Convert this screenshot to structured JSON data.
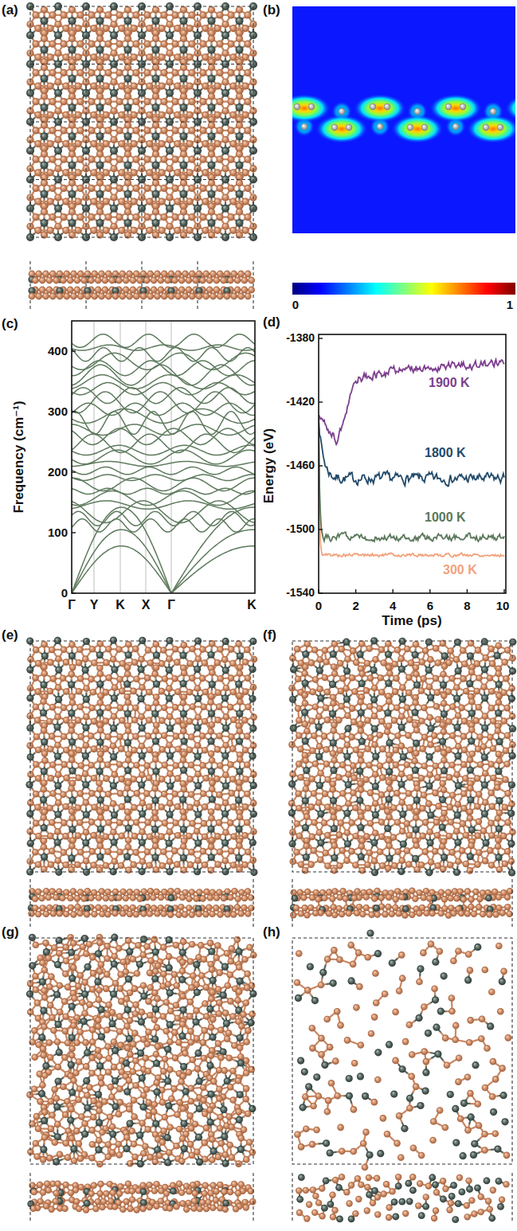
{
  "diagram": {
    "labels": [
      "(a)",
      "(b)",
      "0",
      "1",
      "(c)",
      "Frequency (cm⁻¹)",
      "400",
      "300",
      "200",
      "100",
      "0",
      "Γ",
      "Y",
      "K",
      "X",
      "Γ",
      "K",
      "(d)",
      "-1380",
      "-1420",
      "-1460",
      "-1500",
      "-1540",
      "Energy (eV)",
      "0",
      "2",
      "4",
      "6",
      "8",
      "10",
      "Time (ps)",
      "1900 K",
      "1800 K",
      "1000 K",
      "300 K",
      "(e)",
      "(f)",
      "(g)",
      "(h)"
    ]
  }
}
